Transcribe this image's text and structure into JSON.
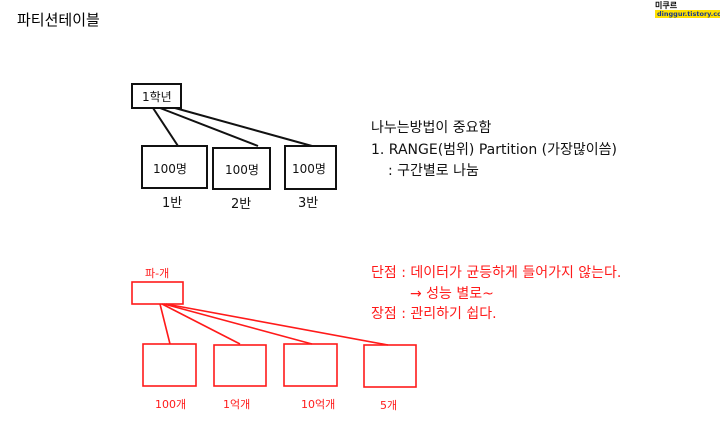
{
  "title": "파티션테이블",
  "logo": {
    "line1": "미쿠르",
    "line2": "dinggur.tistory.com"
  },
  "diagram_black": {
    "root_label": "1학년",
    "children": [
      {
        "box_label": "100명",
        "caption": "1반"
      },
      {
        "box_label": "100명",
        "caption": "2반"
      },
      {
        "box_label": "100명",
        "caption": "3반"
      }
    ]
  },
  "notes_black": {
    "line1": "나누는방법이 중요함",
    "line2": "1.  RANGE(범위)  Partition (가장많이씀)",
    "line3": ": 구간별로 나눔"
  },
  "diagram_red": {
    "root_label": "파-개",
    "children": [
      {
        "caption": "100개"
      },
      {
        "caption": "1억개"
      },
      {
        "caption": "10억개"
      },
      {
        "caption": "5개"
      }
    ]
  },
  "notes_red": {
    "line1": "단점  :  데이터가 균등하게 들어가지 않는다.",
    "line2": "→ 성능 별로~",
    "line3": "장점  :  관리하기 쉽다."
  },
  "colors": {
    "ink": "#111111",
    "red": "#ff1a1a"
  }
}
